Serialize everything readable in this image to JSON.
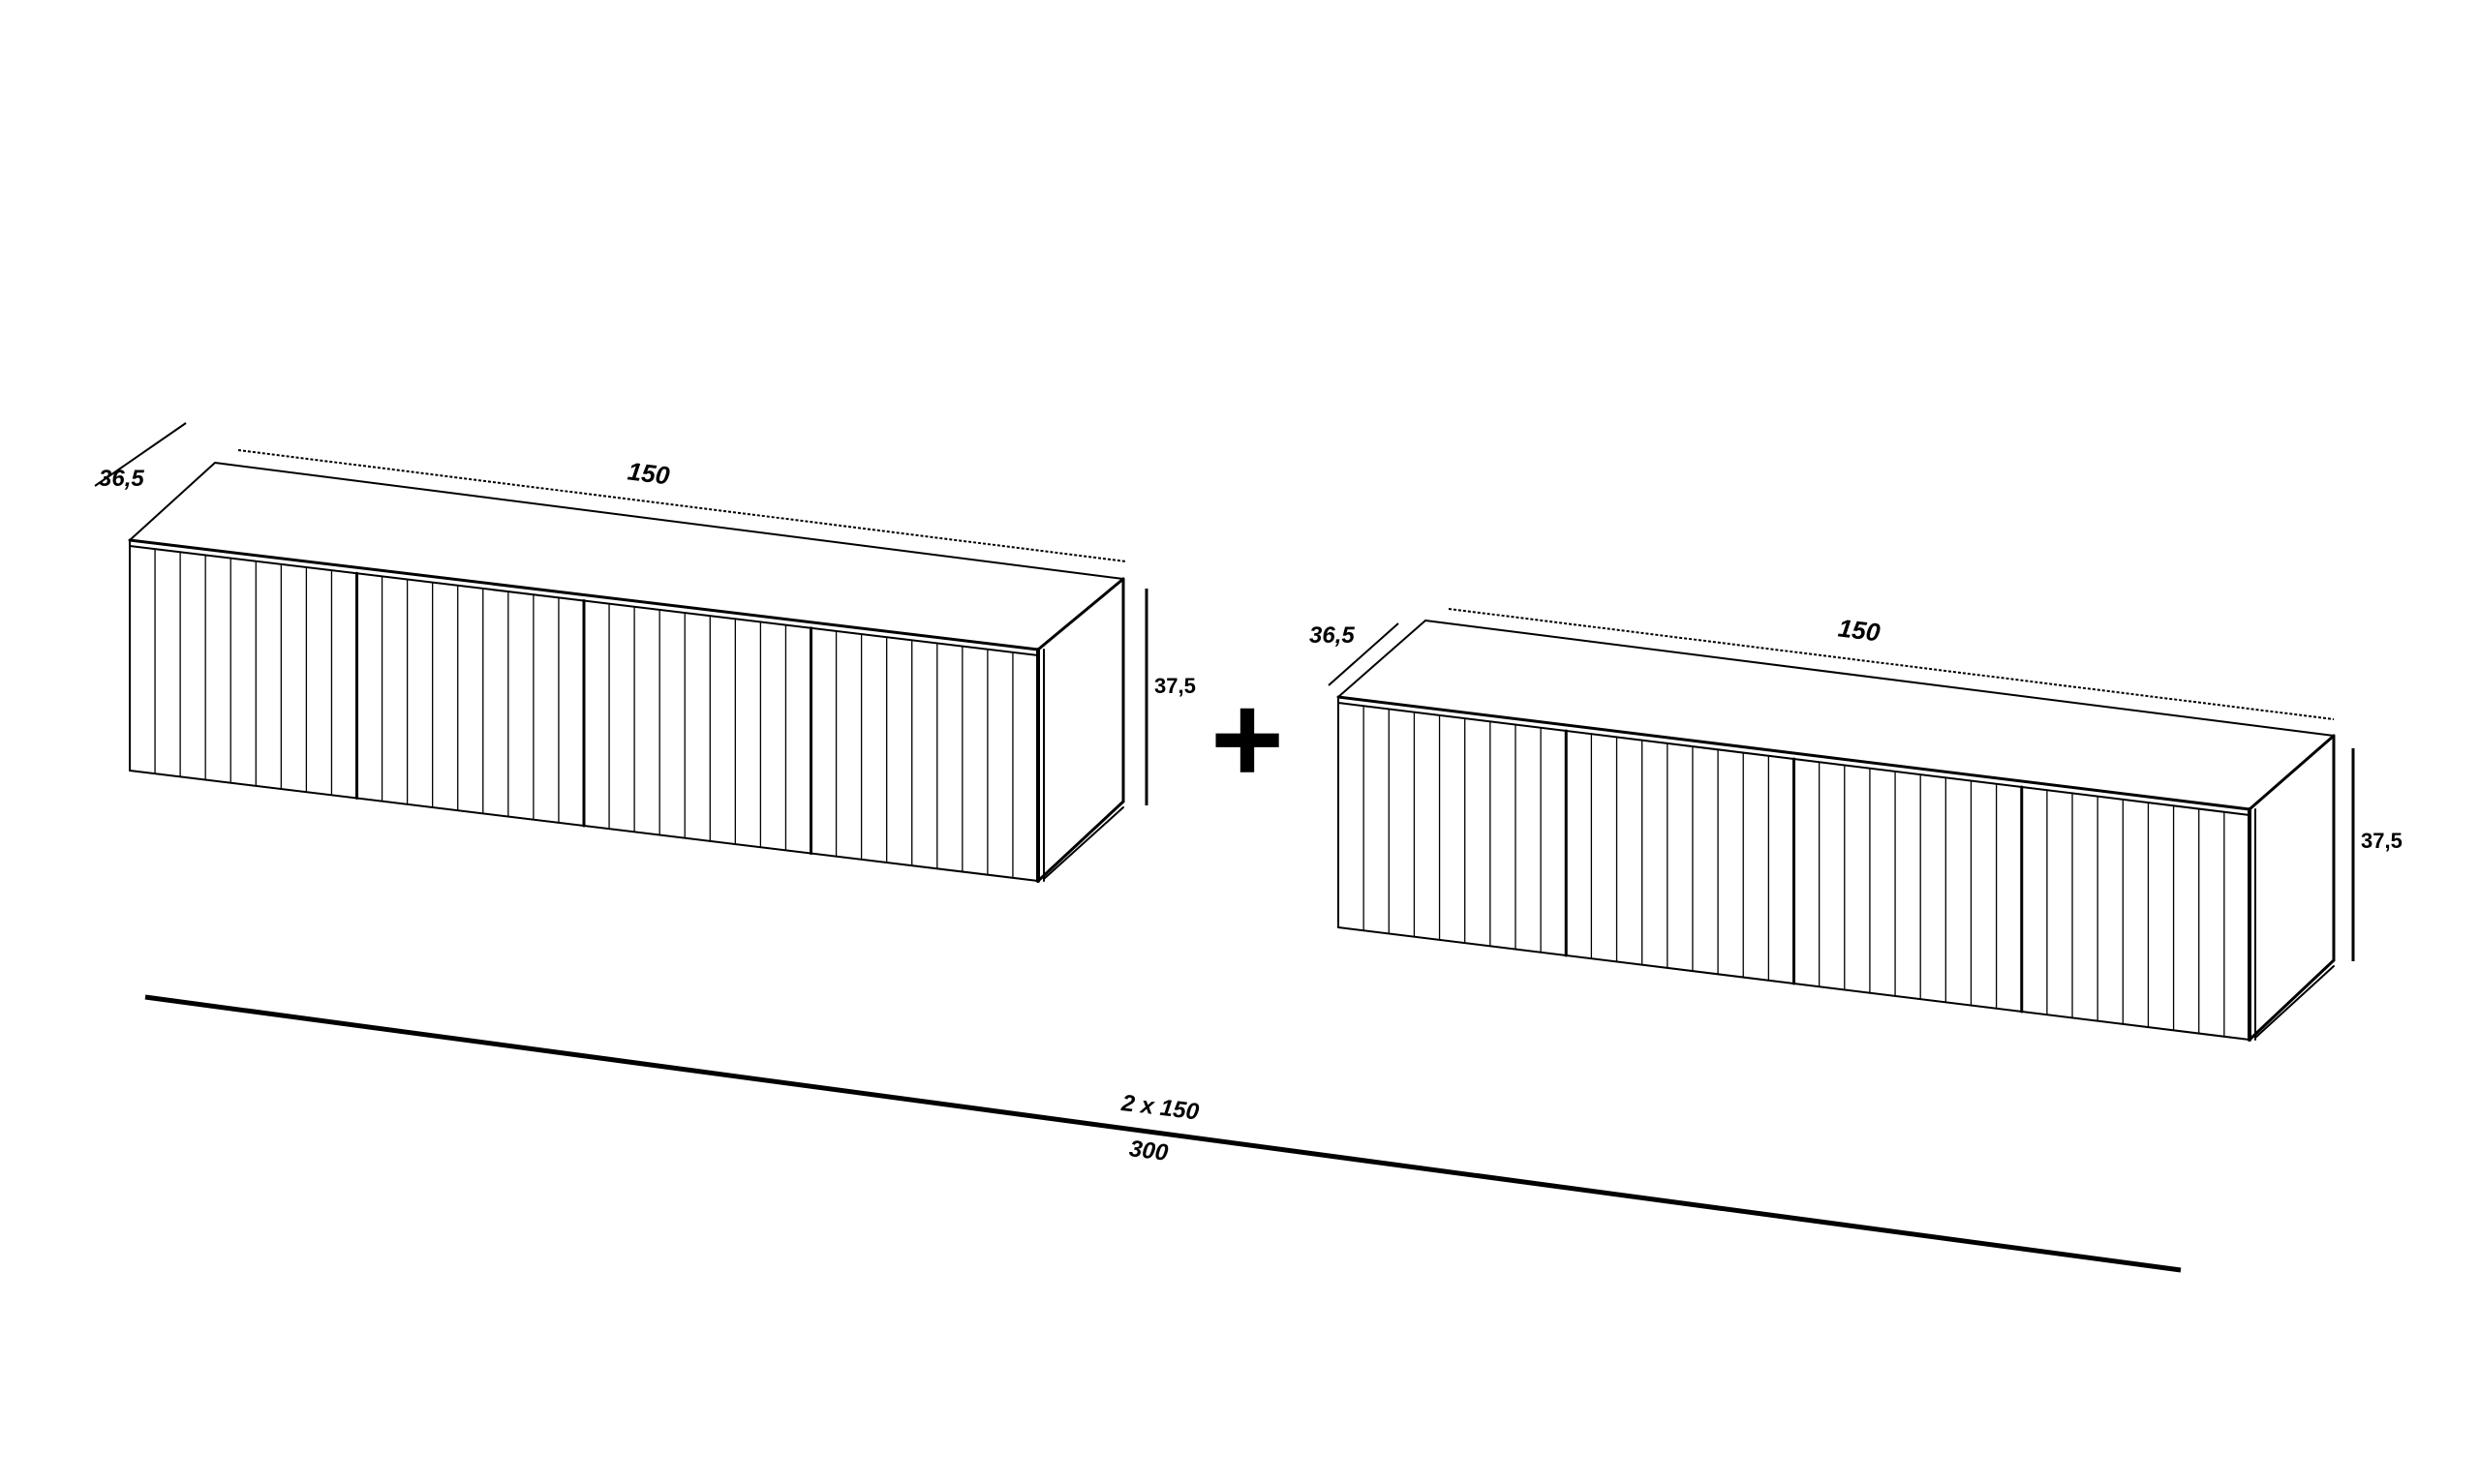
{
  "diagram": {
    "line_color": "#000000",
    "background": "#ffffff",
    "cabinets": [
      {
        "width_label": "150",
        "depth_label": "36,5",
        "height_label": "37,5",
        "door_count": 4,
        "slats_per_door": 9
      },
      {
        "width_label": "150",
        "depth_label": "36,5",
        "height_label": "37,5",
        "door_count": 4,
        "slats_per_door": 9
      }
    ],
    "plus_symbol": "+",
    "total_label_1": "2 x 150",
    "total_label_2": "300"
  }
}
